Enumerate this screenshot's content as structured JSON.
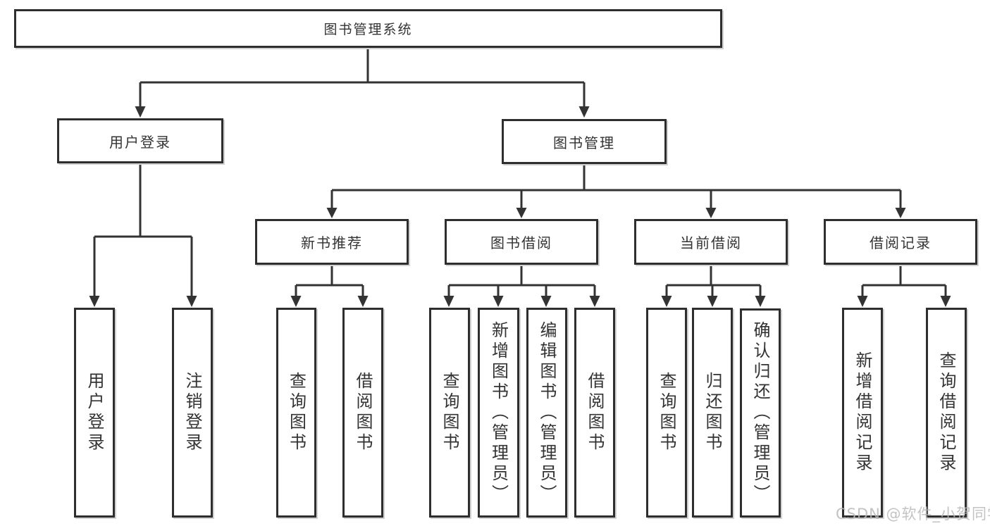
{
  "diagram_title": "图书管理系统",
  "watermark": "CSDN @软件_小贺同学",
  "colors": {
    "line": "#333333",
    "box_border": "#2e2e2e",
    "box_fill": "#ffffff",
    "text": "#333333",
    "watermark": "#b9b9b9"
  },
  "tree": {
    "label": "图书管理系统",
    "children": [
      {
        "label": "用户登录",
        "children": [
          {
            "label": "用户登录"
          },
          {
            "label": "注销登录"
          }
        ]
      },
      {
        "label": "图书管理",
        "children": [
          {
            "label": "新书推荐",
            "children": [
              {
                "label": "查询图书"
              },
              {
                "label": "借阅图书"
              }
            ]
          },
          {
            "label": "图书借阅",
            "children": [
              {
                "label": "查询图书"
              },
              {
                "label": "新增图书（管理员）"
              },
              {
                "label": "编辑图书（管理员）"
              },
              {
                "label": "借阅图书"
              }
            ]
          },
          {
            "label": "当前借阅",
            "children": [
              {
                "label": "查询图书"
              },
              {
                "label": "归还图书"
              },
              {
                "label": "确认归还（管理员）"
              }
            ]
          },
          {
            "label": "借阅记录",
            "children": [
              {
                "label": "新增借阅记录"
              },
              {
                "label": "查询借阅记录"
              }
            ]
          }
        ]
      }
    ]
  }
}
